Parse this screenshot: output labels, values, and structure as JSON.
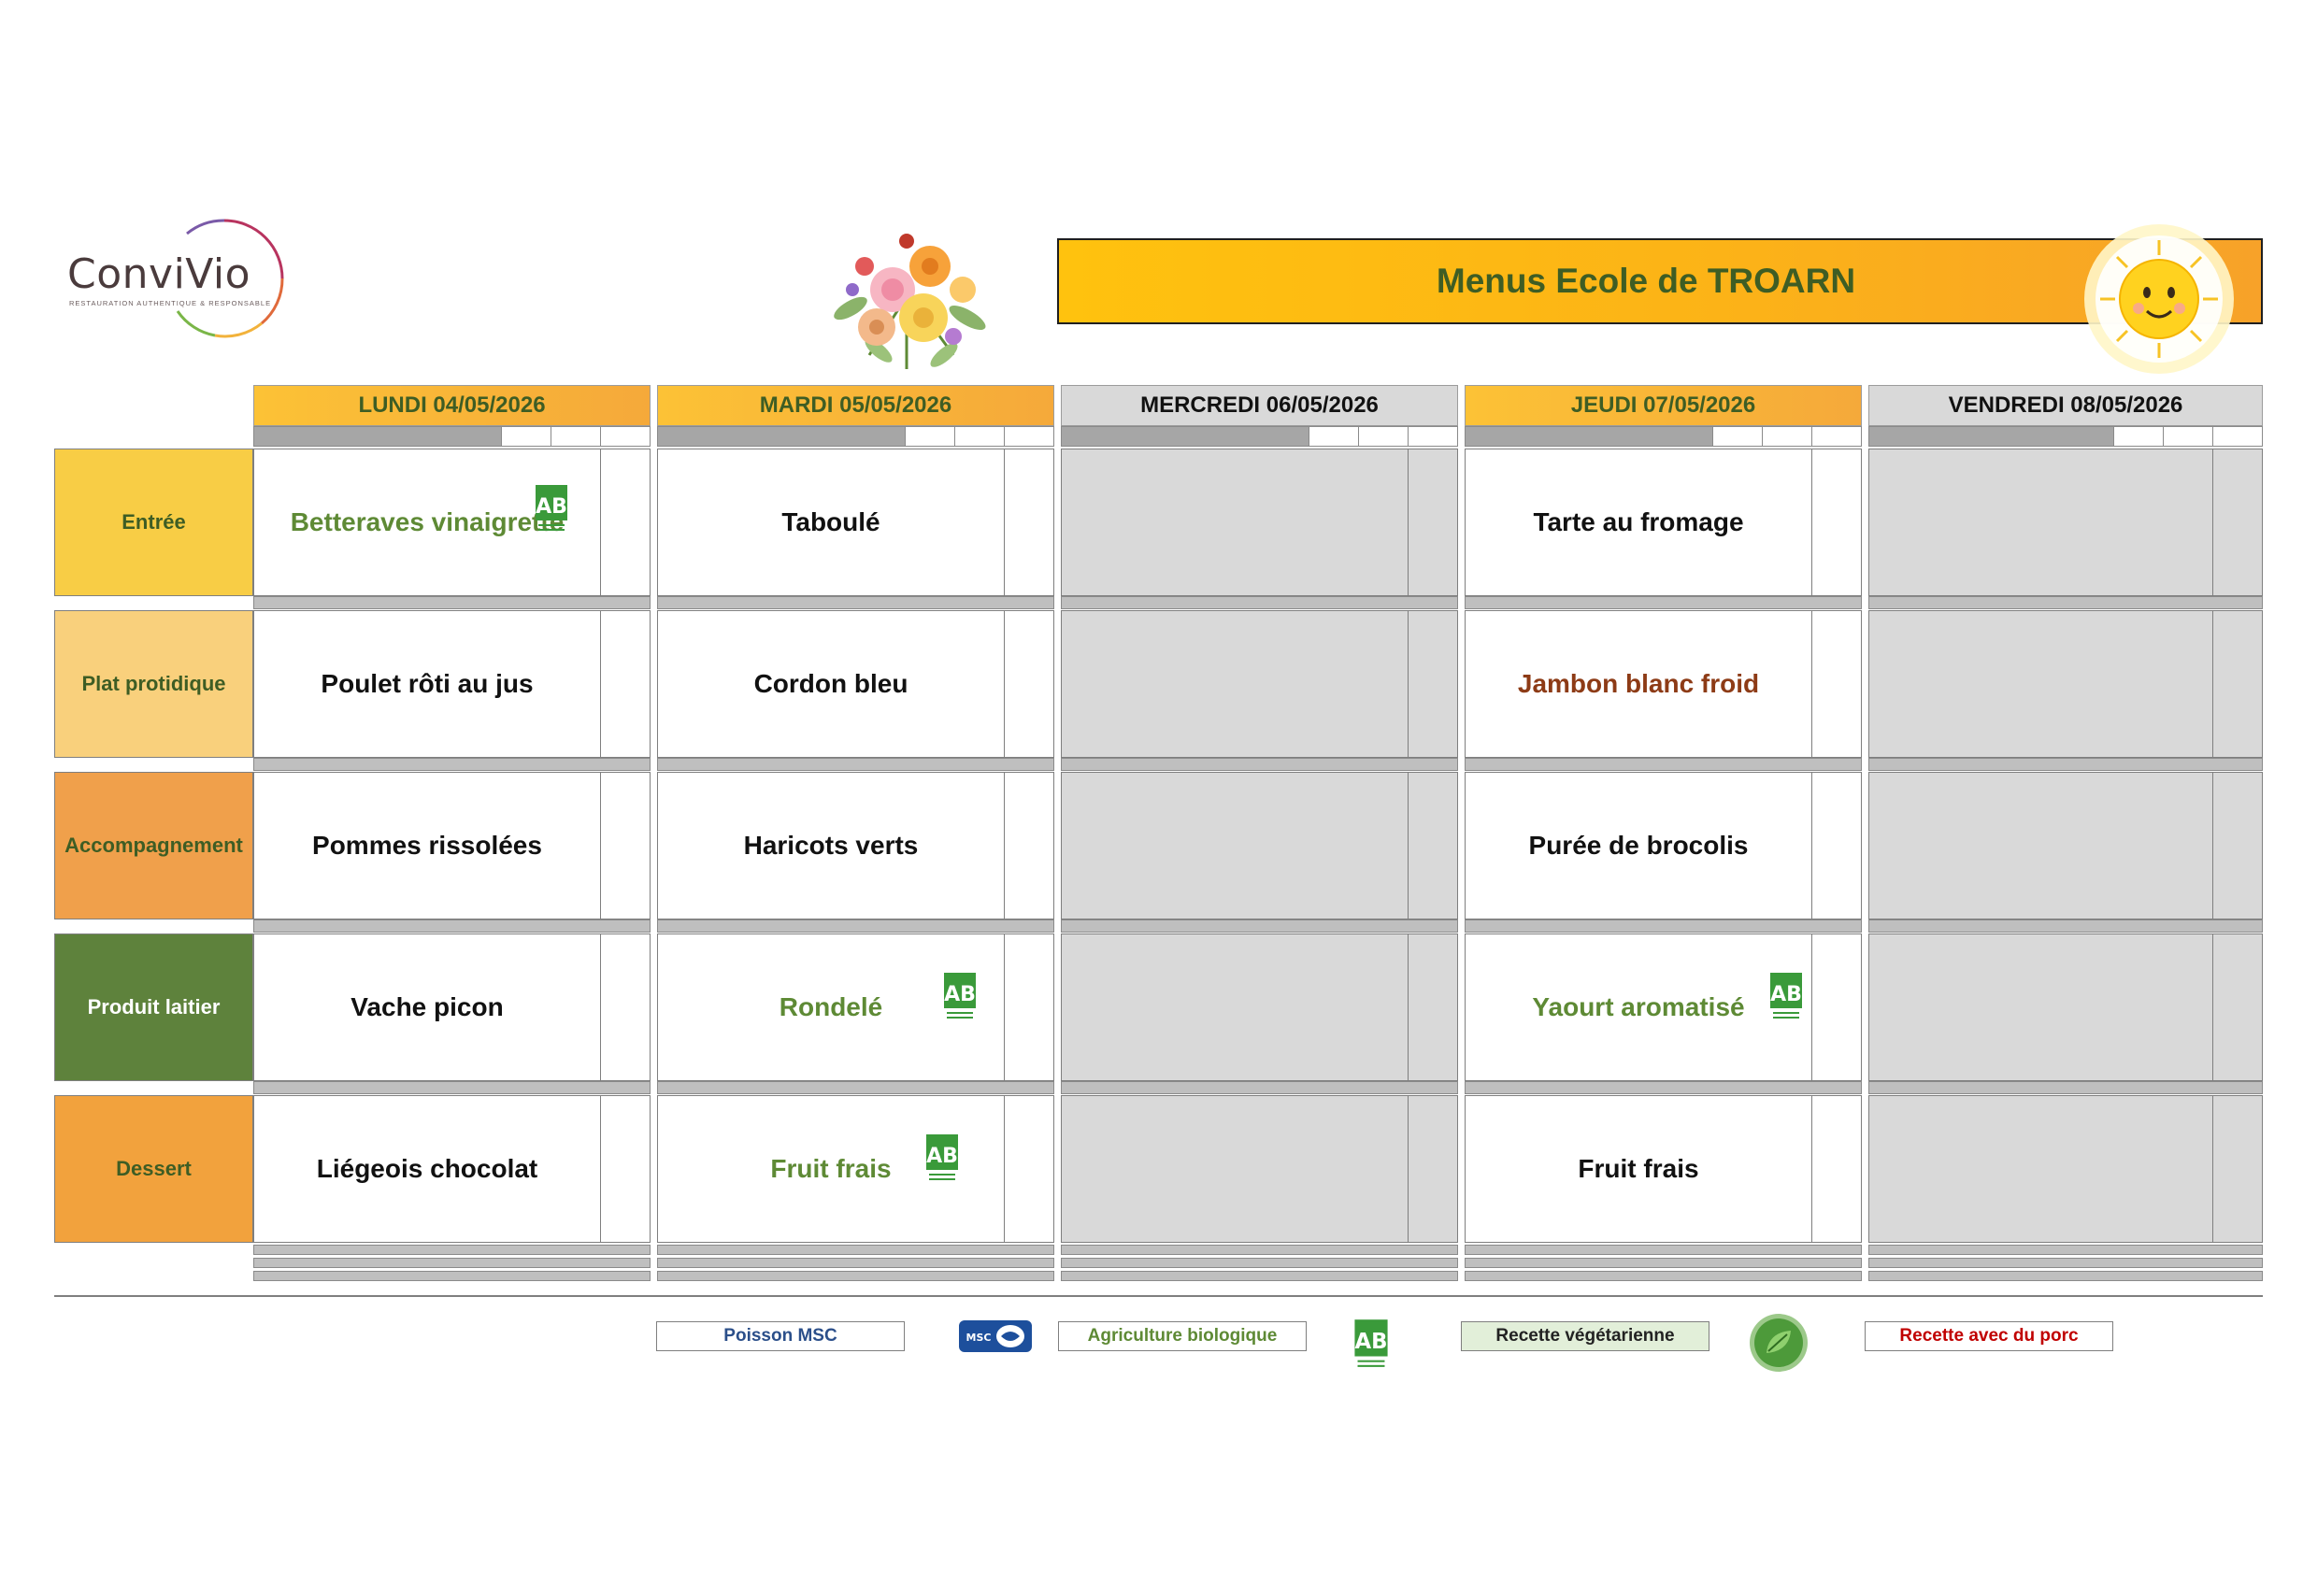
{
  "brand": {
    "name": "ConviVio",
    "tagline": "RESTAURATION AUTHENTIQUE & RESPONSABLE"
  },
  "title": "Menus Ecole de TROARN",
  "days": [
    {
      "label": "LUNDI  04/05/2026",
      "status": "active"
    },
    {
      "label": "MARDI 05/05/2026",
      "status": "active"
    },
    {
      "label": "MERCREDI 06/05/2026",
      "status": "closed"
    },
    {
      "label": "JEUDI 07/05/2026",
      "status": "active"
    },
    {
      "label": "VENDREDI 08/05/2026",
      "status": "closed"
    }
  ],
  "categories": [
    "Entrée",
    "Plat protidique",
    "Accompagnement",
    "Produit laitier",
    "Dessert"
  ],
  "menu": {
    "entree": [
      "Betteraves vinaigrette",
      "Taboulé",
      "",
      "Tarte au fromage",
      ""
    ],
    "plat": [
      "Poulet rôti au jus",
      "Cordon bleu",
      "",
      "Jambon blanc froid",
      ""
    ],
    "accompagnement": [
      "Pommes rissolées",
      "Haricots verts",
      "",
      "Purée de brocolis",
      ""
    ],
    "laitier": [
      "Vache picon",
      "Rondelé",
      "",
      "Yaourt aromatisé",
      ""
    ],
    "dessert": [
      "Liégeois chocolat",
      "Fruit frais",
      "",
      "Fruit frais",
      ""
    ]
  },
  "legend": {
    "msc": "Poisson MSC",
    "bio": "Agriculture biologique",
    "veg": "Recette végétarienne",
    "porc": "Recette avec du porc"
  },
  "badge_text": {
    "ab": "AB",
    "msc": "MSC"
  },
  "colors": {
    "title_text": "#3e5d24",
    "bio_text": "#5e8a35",
    "pork_text": "#8d3b16",
    "msc_text": "#2b4f8a",
    "porc_legend_text": "#c00000",
    "veg_legend_bg": "#e2efd9",
    "closed_day": "#d9d9d9"
  },
  "icons": [
    "convivio-logo-ring",
    "flower-bouquet",
    "smiling-sun",
    "ab-organic-logo",
    "msc-fish-logo",
    "vegetarian-leaf-logo"
  ]
}
